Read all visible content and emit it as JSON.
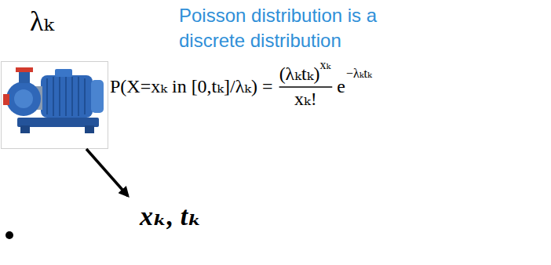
{
  "diagram": {
    "labels": [
      "λₖ",
      "Poisson distribution is a discrete distribution",
      "P(X=xₖ in [0,tₖ]/λₖ) =",
      "(λₖtₖ)",
      "xₖ",
      "xₖ!",
      "e",
      "−λₖtₖ",
      "xₖ, tₖ"
    ]
  }
}
